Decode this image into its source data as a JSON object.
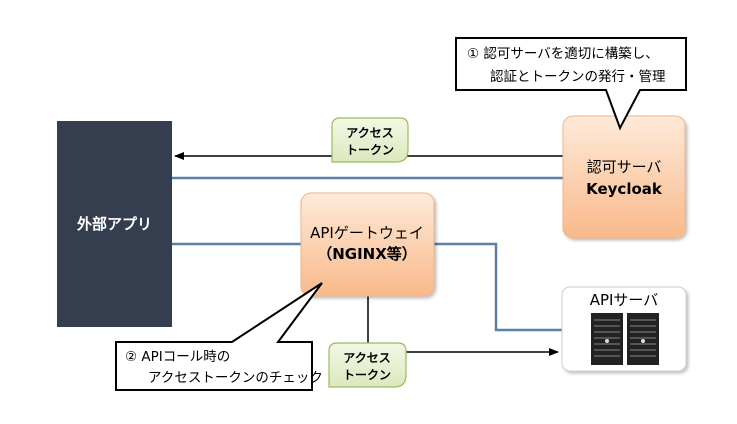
{
  "external_app": {
    "label": "外部アプリ"
  },
  "auth_server": {
    "line1": "認可サーバ",
    "line2": "Keycloak"
  },
  "gateway": {
    "line1": "APIゲートウェイ",
    "line2": "（NGINX等）"
  },
  "api_server": {
    "label": "APIサーバ",
    "icon": "server-rack-icon"
  },
  "token_top": {
    "line1": "アクセス",
    "line2": "トークン"
  },
  "token_bottom": {
    "line1": "アクセス",
    "line2": "トークン"
  },
  "callout_auth": {
    "line1": "①  認可サーバを適切に構築し、",
    "line2": "認証とトークンの発行・管理"
  },
  "callout_gateway": {
    "line1": "②  APIコール時の",
    "line2": "アクセストークンのチェック"
  },
  "colors": {
    "app_box": "#353e4f",
    "orange_top": "#fde9d9",
    "orange_bottom": "#fac090",
    "orange_border": "#f2b48a",
    "blue_line": "#5b7fa6",
    "token_fill": "#ebf1de",
    "token_border": "#9bbb59"
  }
}
